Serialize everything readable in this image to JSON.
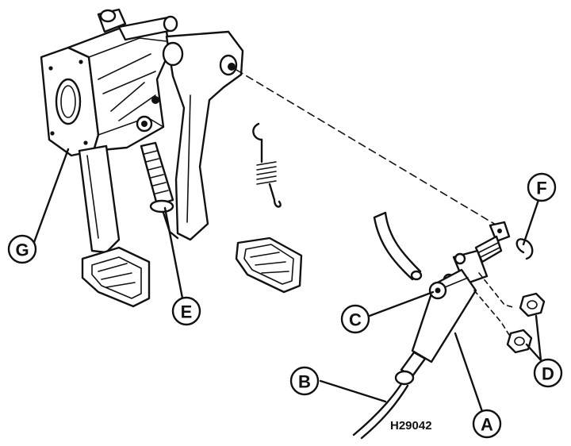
{
  "figure_ref": "H29042",
  "callouts": {
    "a": "A",
    "b": "B",
    "c": "C",
    "d": "D",
    "e": "E",
    "f": "F",
    "g": "G"
  }
}
